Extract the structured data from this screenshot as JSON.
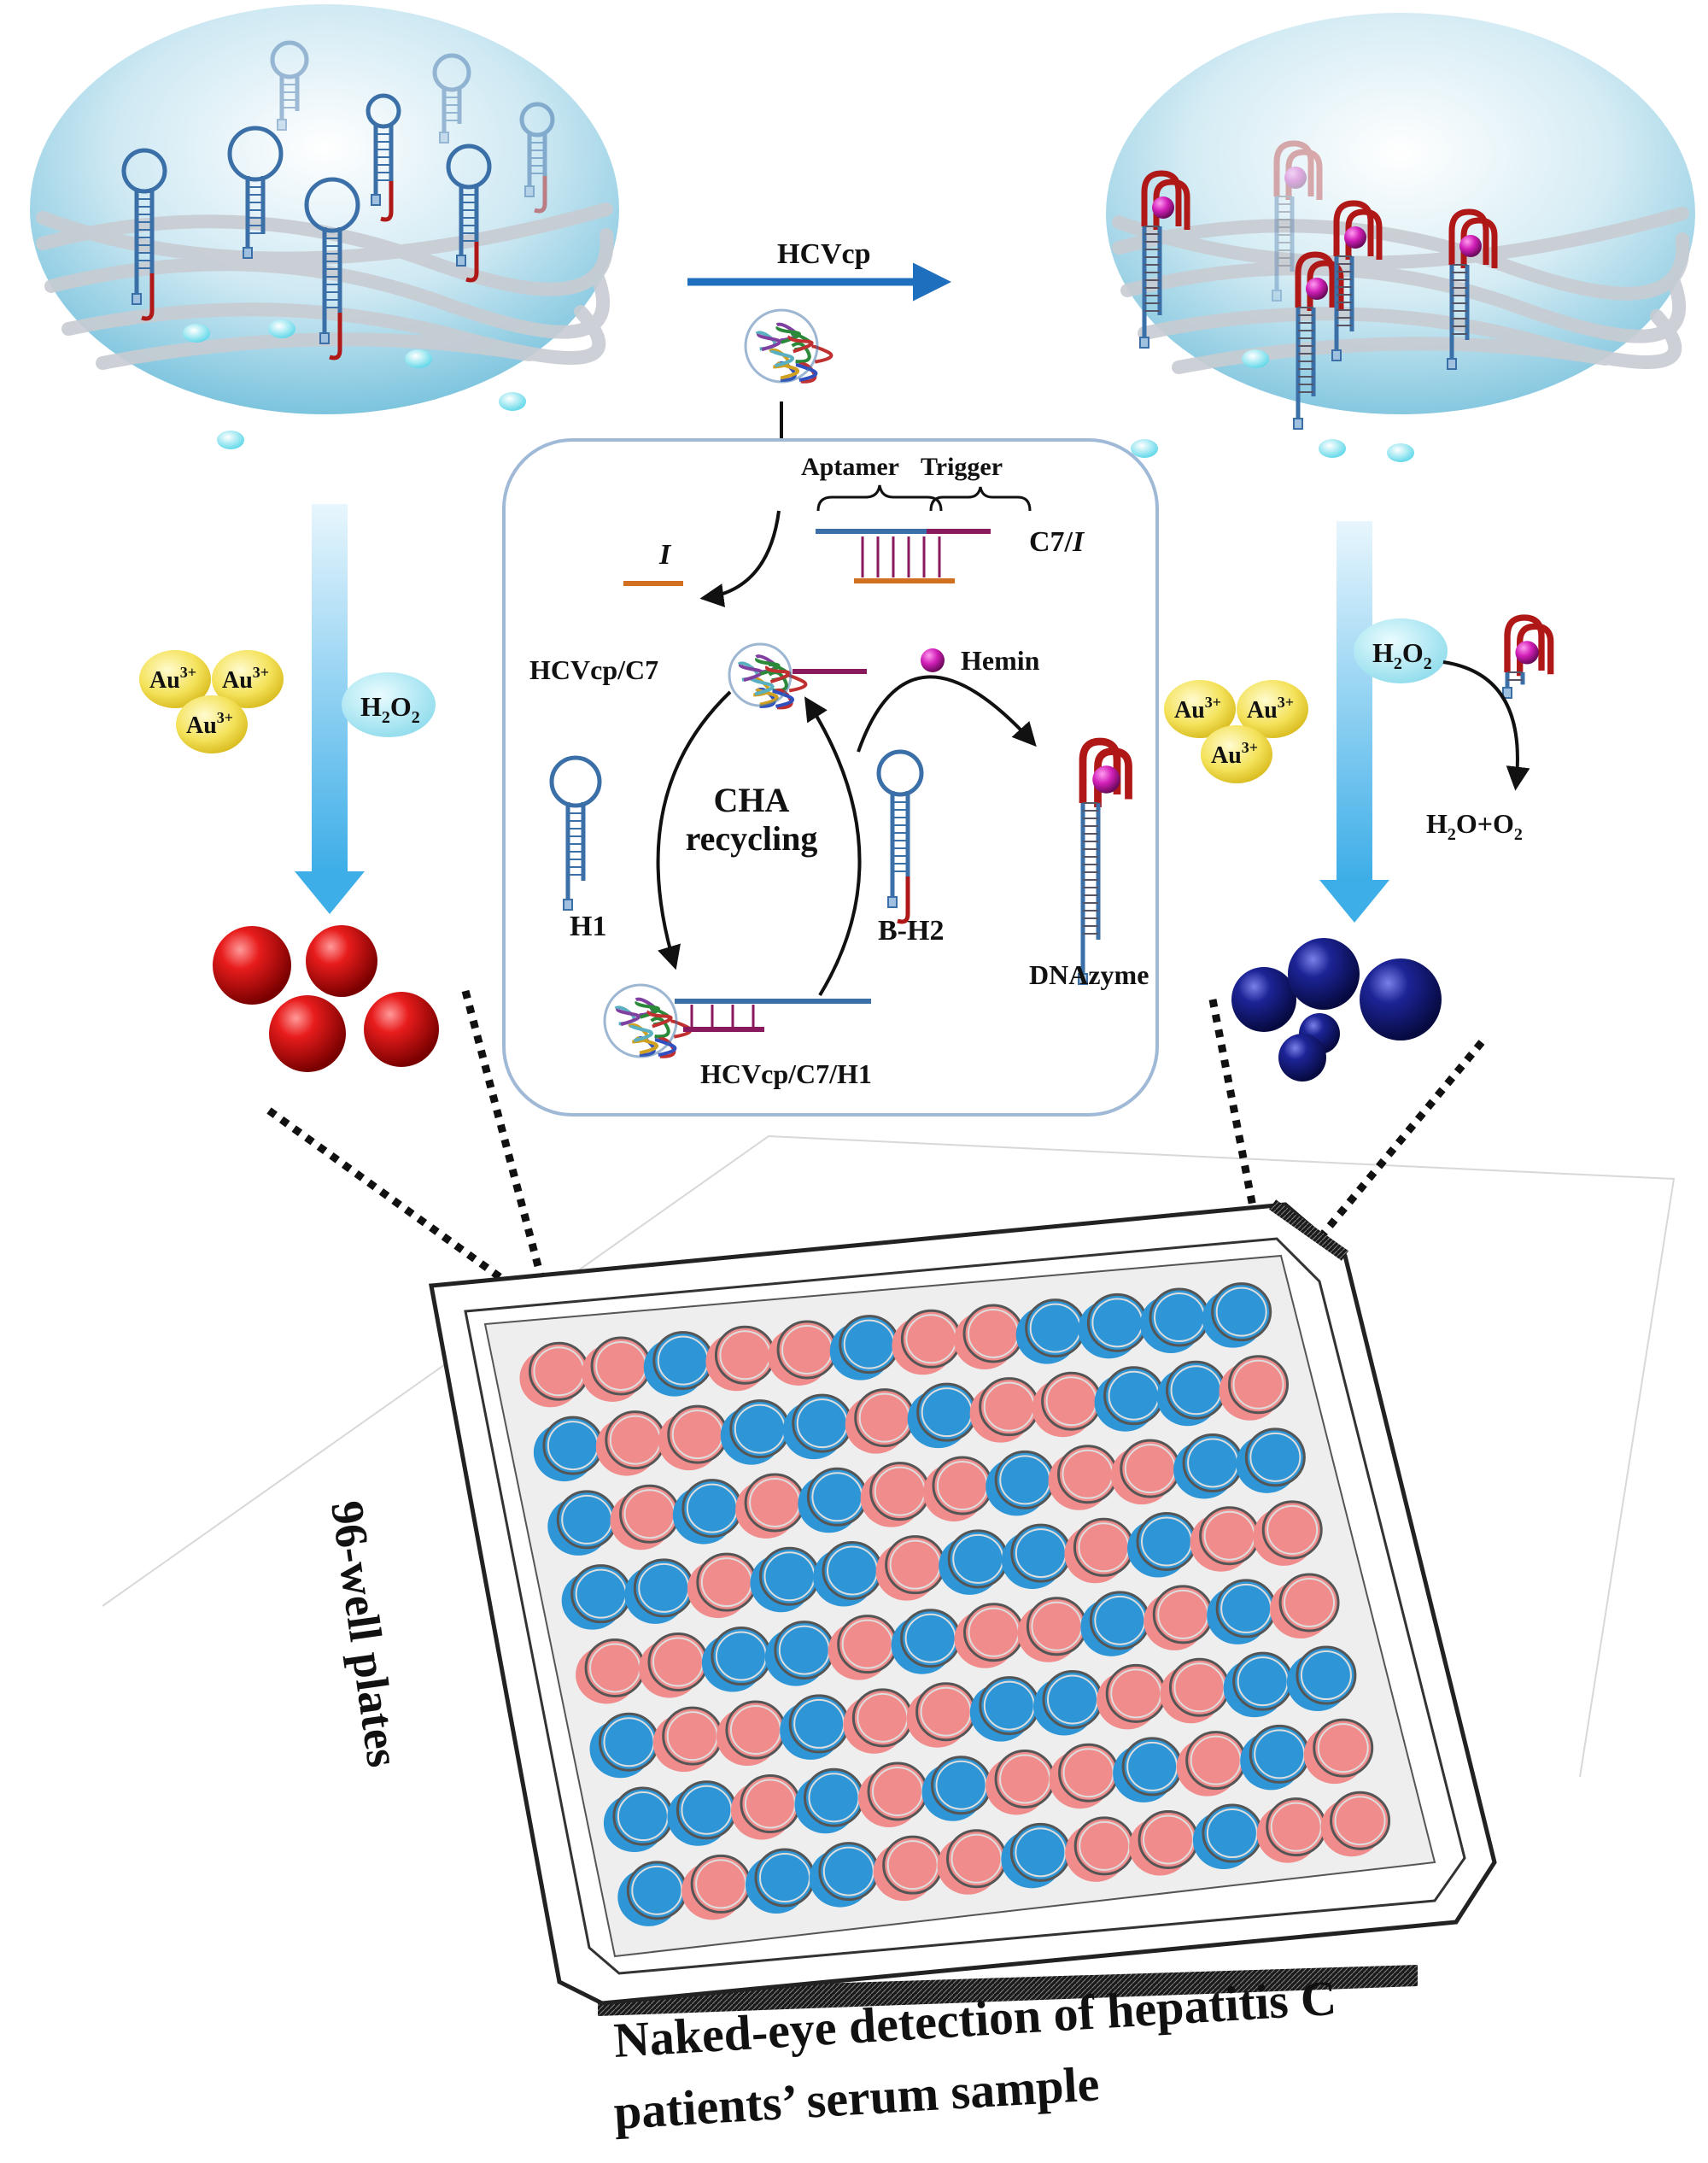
{
  "labels": {
    "hcvcp_top": "HCVcp",
    "aptamer": "Aptamer",
    "trigger": "Trigger",
    "c7_i": "C7/",
    "c7_i_italic": "I",
    "i_strand": "I",
    "hcvcp_c7": "HCVcp/C7",
    "hemin": "Hemin",
    "cha_line1": "CHA",
    "cha_line2": "recycling",
    "h1": "H1",
    "b_h2": "B-H2",
    "dnazyme": "DNAzyme",
    "hcvcp_c7_h1": "HCVcp/C7/H1",
    "au_ion": "Au",
    "au_charge": "3+",
    "h2o2_h": "H",
    "h2o2_sub": "2",
    "h2o2_o": "O",
    "h2o2_sub2": "2",
    "h2o_o2_1": "H",
    "h2o_o2_sub": "2",
    "h2o_o2_2": "O+O",
    "h2o_o2_sub2": "2",
    "plate_side": "96-well plates",
    "caption_line1": "Naked-eye detection of hepatitis C",
    "caption_line2": "patients’ serum sample"
  },
  "colors": {
    "hcv_arrow": "#1f6fbf",
    "wash_arrow": "#6ec3f2",
    "red_np": "#d41414",
    "blue_np": "#1a1f8c",
    "well_red": "#f08c8c",
    "well_blue": "#2e95d6",
    "hemin": "#d61fbf",
    "strand_blue": "#3b6fa8",
    "strand_red": "#b01818",
    "strand_orange": "#d07020",
    "strand_purple": "#8a1a5e",
    "au_yellow": "#f2e04a",
    "h2o2_cyan": "#9ee4f0"
  },
  "plate": {
    "rows": 8,
    "cols": 12,
    "pattern": [
      "RRBRRBRRBBBB",
      "BRRBBRBRRBBR",
      "BRBRBRRBRRBB",
      "BBRBBRBBRBRR",
      "RRBBRBRRBRBR",
      "BRRBRRBBRRBB",
      "BBRBRBRRBRBR",
      "BRBBRRBRRBRR"
    ]
  }
}
